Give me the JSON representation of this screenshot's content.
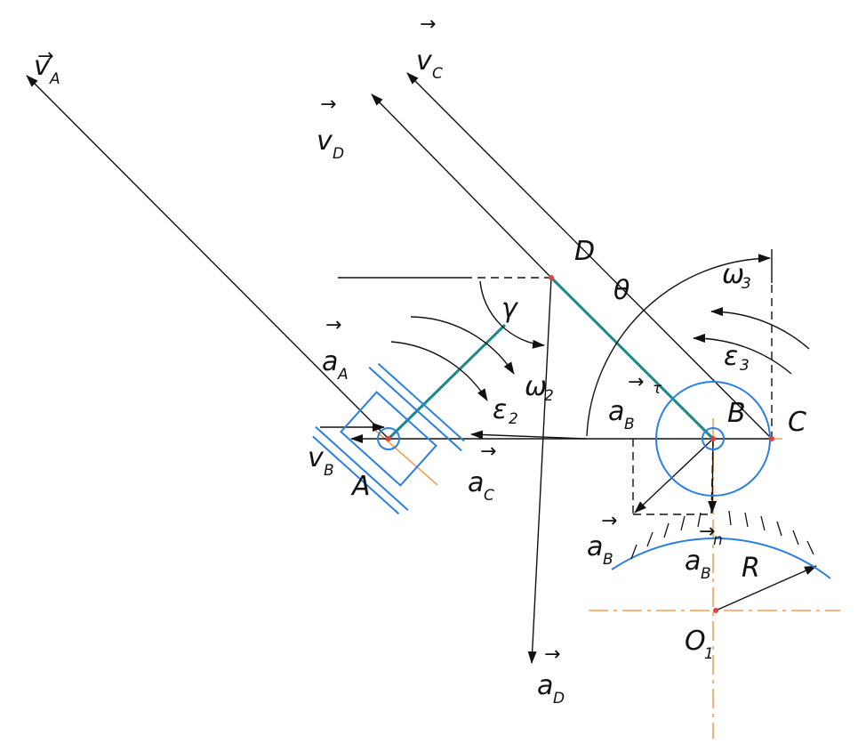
{
  "labels": {
    "vA": "v",
    "vA_sub": "A",
    "vC": "v",
    "vC_sub": "C",
    "vD": "v",
    "vD_sub": "D",
    "vB": "v",
    "vB_sub": "B",
    "aA": "a",
    "aA_sub": "A",
    "aC": "a",
    "aC_sub": "C",
    "aD": "a",
    "aD_sub": "D",
    "aB_tau": "a",
    "aB_tau_sub": "B",
    "tau": "τ",
    "aB": "a",
    "aB_sub": "B",
    "aBn": "a",
    "aBn_sub": "B",
    "n_sup": "n",
    "omega2": "ω",
    "omega2_sub": "2",
    "omega3": "ω",
    "omega3_sub": "3",
    "eps2": "ε",
    "eps2_sub": "2",
    "eps3": "ε",
    "eps3_sub": "3",
    "gamma": "γ",
    "theta": "θ",
    "pointA": "A",
    "pointB": "B",
    "pointC": "C",
    "pointD": "D",
    "O1": "O",
    "O1_sub": "1",
    "R": "R",
    "vec_arrow": "→"
  },
  "colors": {
    "line": "#111111",
    "wheel": "#2b7fe0",
    "link": "#1a8a86",
    "axis": "#f0a050",
    "point": "#e04040"
  }
}
